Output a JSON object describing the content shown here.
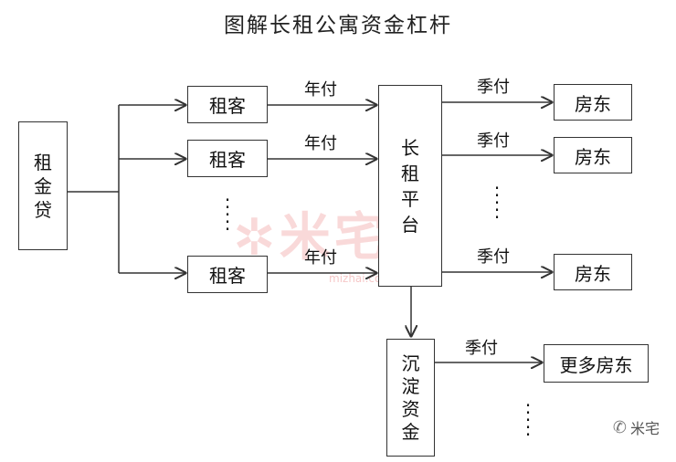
{
  "title": "图解长租公寓资金杠杆",
  "nodes": {
    "loan": [
      "租",
      "金",
      "贷"
    ],
    "tenant1": "租客",
    "tenant2": "租客",
    "tenant3": "租客",
    "platform": [
      "长",
      "租",
      "平",
      "台"
    ],
    "landlord1": "房东",
    "landlord2": "房东",
    "landlord3": "房东",
    "settled_funds": [
      "沉",
      "淀",
      "资",
      "金"
    ],
    "more_landlords": "更多房东"
  },
  "edge_labels": {
    "annual_pay_1": "年付",
    "annual_pay_2": "年付",
    "annual_pay_3": "年付",
    "quarterly_pay_1": "季付",
    "quarterly_pay_2": "季付",
    "quarterly_pay_3": "季付",
    "quarterly_pay_4": "季付"
  },
  "watermark": {
    "text": "米宅",
    "url": "mizhai.com"
  },
  "badge": {
    "text": "米宅"
  },
  "colors": {
    "line": "#333333",
    "watermark": "#eb7878"
  }
}
